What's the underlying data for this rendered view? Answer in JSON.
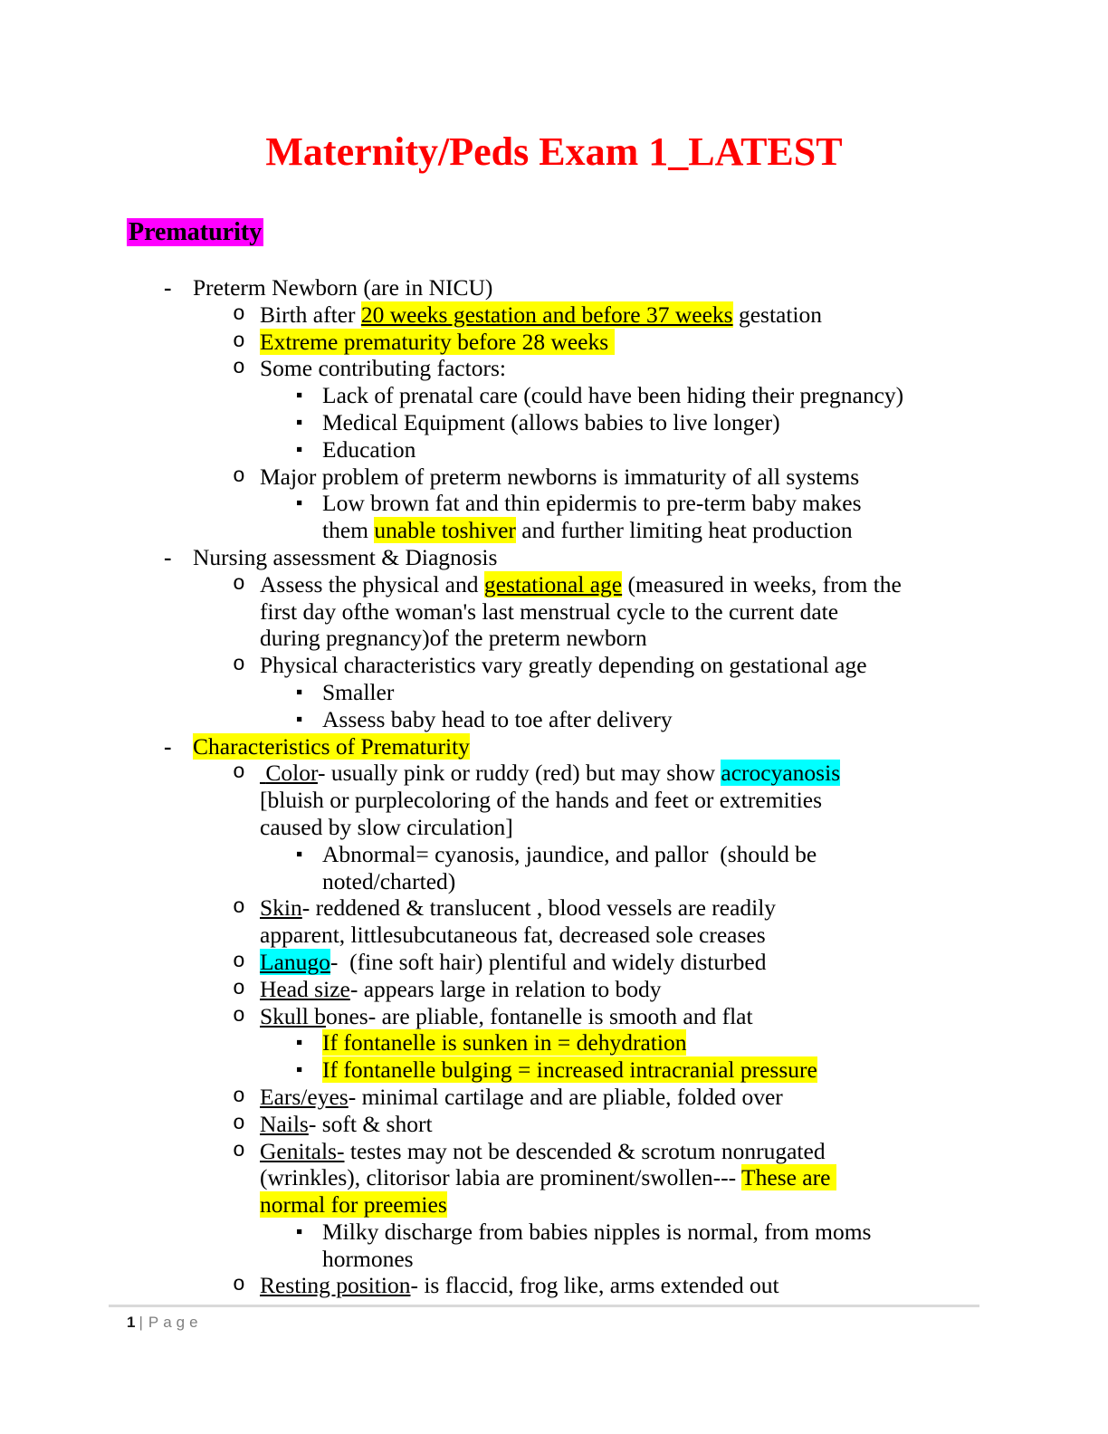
{
  "title": "Maternity/Peds Exam 1_LATEST",
  "section_heading": "Prematurity",
  "colors": {
    "title_red": "#FF0000",
    "highlight_magenta": "#FF00FF",
    "highlight_yellow": "#FFFF00",
    "highlight_cyan": "#00FFFF",
    "footer_gray": "#7F7F7F"
  },
  "bullets": {
    "1": "-",
    "2": "o",
    "3": "▪"
  },
  "list": [
    {
      "level": 1,
      "runs": [
        {
          "t": "Preterm Newborn (are in NICU)"
        }
      ]
    },
    {
      "level": 2,
      "runs": [
        {
          "t": "Birth after "
        },
        {
          "t": "20 weeks gestation and before 37 weeks",
          "s": "u hy"
        },
        {
          "t": " gestation"
        }
      ]
    },
    {
      "level": 2,
      "runs": [
        {
          "t": "Extreme prematurity before 28 weeks ",
          "s": "hy"
        }
      ]
    },
    {
      "level": 2,
      "runs": [
        {
          "t": "Some contributing factors:"
        }
      ]
    },
    {
      "level": 3,
      "runs": [
        {
          "t": "Lack of prenatal care (could have been hiding their pregnancy)"
        }
      ]
    },
    {
      "level": 3,
      "runs": [
        {
          "t": "Medical Equipment (allows babies to live longer)"
        }
      ]
    },
    {
      "level": 3,
      "runs": [
        {
          "t": "Education"
        }
      ]
    },
    {
      "level": 2,
      "runs": [
        {
          "t": "Major problem of preterm newborns is immaturity of all systems"
        }
      ]
    },
    {
      "level": 3,
      "runs": [
        {
          "t": "Low brown fat and thin epidermis to pre-term baby makes"
        },
        {
          "br": true
        },
        {
          "t": "them "
        },
        {
          "t": "unable toshiver",
          "s": "hy"
        },
        {
          "t": " and further limiting heat production"
        }
      ]
    },
    {
      "level": 1,
      "runs": [
        {
          "t": "Nursing assessment & Diagnosis"
        }
      ]
    },
    {
      "level": 2,
      "runs": [
        {
          "t": "Assess the physical and "
        },
        {
          "t": "gestational age",
          "s": "u hy"
        },
        {
          "t": " (measured in weeks, from the"
        },
        {
          "br": true
        },
        {
          "t": "first day ofthe woman's last menstrual cycle to the current date"
        },
        {
          "br": true
        },
        {
          "t": "during pregnancy)of the preterm newborn"
        }
      ]
    },
    {
      "level": 2,
      "runs": [
        {
          "t": "Physical characteristics vary greatly depending on gestational age"
        }
      ]
    },
    {
      "level": 3,
      "runs": [
        {
          "t": "Smaller"
        }
      ]
    },
    {
      "level": 3,
      "runs": [
        {
          "t": "Assess baby head to toe after delivery"
        }
      ]
    },
    {
      "level": 1,
      "runs": [
        {
          "t": "Characteristics of Prematurity",
          "s": "hy"
        }
      ]
    },
    {
      "level": 2,
      "runs": [
        {
          "t": " Color",
          "s": "u"
        },
        {
          "t": "- usually pink or ruddy (red) but may show "
        },
        {
          "t": "acrocyanosis",
          "s": "hc"
        },
        {
          "br": true
        },
        {
          "t": "[bluish or purplecoloring of the hands and feet or extremities"
        },
        {
          "br": true
        },
        {
          "t": "caused by slow circulation]"
        }
      ]
    },
    {
      "level": 3,
      "runs": [
        {
          "t": "Abnormal= cyanosis, jaundice, and pallor  (should be"
        },
        {
          "br": true
        },
        {
          "t": "noted/charted)"
        }
      ]
    },
    {
      "level": 2,
      "runs": [
        {
          "t": "Skin",
          "s": "u"
        },
        {
          "t": "- reddened & translucent , blood vessels are readily"
        },
        {
          "br": true
        },
        {
          "t": "apparent, littlesubcutaneous fat, decreased sole creases"
        }
      ]
    },
    {
      "level": 2,
      "runs": [
        {
          "t": "Lanugo",
          "s": "u hc"
        },
        {
          "t": "-  (fine soft hair) plentiful and widely disturbed"
        }
      ]
    },
    {
      "level": 2,
      "runs": [
        {
          "t": "Head size",
          "s": "u"
        },
        {
          "t": "- appears large in relation to body"
        }
      ]
    },
    {
      "level": 2,
      "runs": [
        {
          "t": "Skull b",
          "s": "u"
        },
        {
          "t": "ones- are pliable, fontanelle is smooth and flat"
        }
      ]
    },
    {
      "level": 3,
      "runs": [
        {
          "t": "If fontanelle is sunken in = dehydration",
          "s": "hy"
        }
      ]
    },
    {
      "level": 3,
      "runs": [
        {
          "t": "If fontanelle bulging = increased intracranial pressure",
          "s": "hy"
        }
      ]
    },
    {
      "level": 2,
      "runs": [
        {
          "t": "Ears/eyes",
          "s": "u"
        },
        {
          "t": "- minimal cartilage and are pliable, folded over"
        }
      ]
    },
    {
      "level": 2,
      "runs": [
        {
          "t": "Nails",
          "s": "u"
        },
        {
          "t": "- soft & short"
        }
      ]
    },
    {
      "level": 2,
      "runs": [
        {
          "t": "Genitals-",
          "s": "u"
        },
        {
          "t": " testes may not be descended & scrotum nonrugated"
        },
        {
          "br": true
        },
        {
          "t": "(wrinkles), clitorisor labia are prominent/swollen--- "
        },
        {
          "t": "These are ",
          "s": "hy"
        },
        {
          "br": true
        },
        {
          "t": "normal for preemies",
          "s": "hy"
        }
      ]
    },
    {
      "level": 3,
      "runs": [
        {
          "t": "Milky discharge from babies nipples is normal, from moms"
        },
        {
          "br": true
        },
        {
          "t": "hormones"
        }
      ]
    },
    {
      "level": 2,
      "runs": [
        {
          "t": "Resting position",
          "s": "u"
        },
        {
          "t": "- is flaccid, frog like, arms extended out"
        }
      ]
    }
  ],
  "footer": {
    "page_number": "1",
    "separator": "|",
    "page_label": "Page"
  }
}
